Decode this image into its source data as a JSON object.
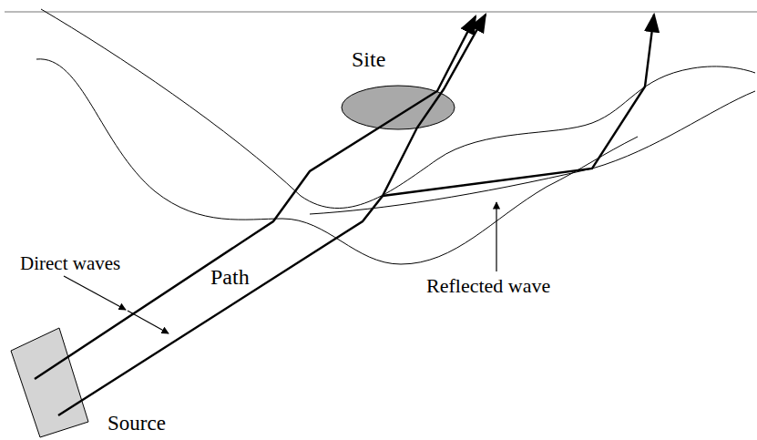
{
  "diagram": {
    "labels": [
      "Site",
      "Direct waves",
      "Path",
      "Reflected wave",
      "Source"
    ]
  }
}
